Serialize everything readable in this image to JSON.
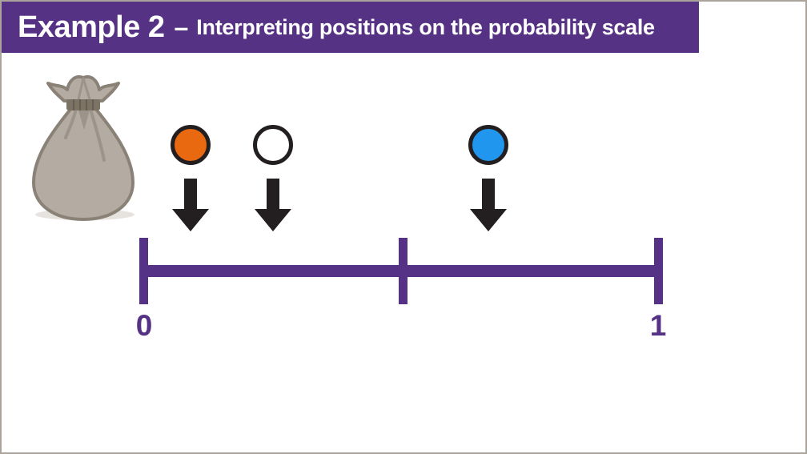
{
  "header": {
    "title_main": "Example 2",
    "title_separator": "–",
    "title_sub": "Interpreting positions on the probability scale",
    "background": "#563285",
    "text_color": "#ffffff"
  },
  "scale": {
    "min_label": "0",
    "max_label": "1",
    "color": "#553285",
    "label_color": "#553285",
    "tick_positions": [
      0,
      0.5,
      1
    ],
    "arrow_color": "#231f20",
    "counter_outline": "#231f20",
    "markers": [
      {
        "name": "orange-counter",
        "color": "#e8690f",
        "position": 0.09
      },
      {
        "name": "white-counter",
        "color": "#ffffff",
        "position": 0.25
      },
      {
        "name": "blue-counter",
        "color": "#2196ef",
        "position": 0.67
      }
    ]
  },
  "bag": {
    "fill": "#b4aca3",
    "outline": "#8a8177",
    "band": "#7c7365",
    "band_detail": "#655d50",
    "crease": "#9c948a",
    "shadow": "#e6e3df"
  }
}
